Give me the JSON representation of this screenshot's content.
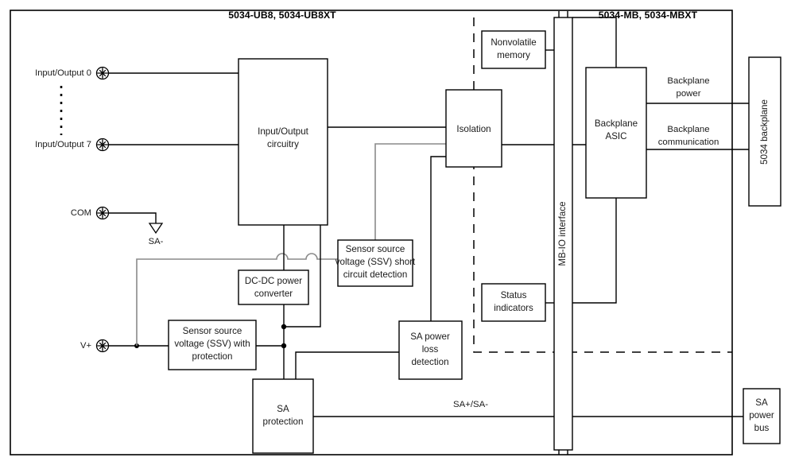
{
  "diagram": {
    "titles": {
      "left_section": "5034-UB8, 5034-UB8XT",
      "right_section": "5034-MB, 5034-MBXT"
    },
    "blocks": {
      "io_circuitry": "Input/Output\ncircuitry",
      "io_circuitry_l1": "Input/Output",
      "io_circuitry_l2": "circuitry",
      "isolation": "Isolation",
      "nonvolatile_memory_l1": "Nonvolatile",
      "nonvolatile_memory_l2": "memory",
      "status_indicators_l1": "Status",
      "status_indicators_l2": "indicators",
      "mb_io_interface": "MB-IO interface",
      "backplane_asic_l1": "Backplane",
      "backplane_asic_l2": "ASIC",
      "backplane_5034": "5034 backplane",
      "ssv_short_l1": "Sensor source",
      "ssv_short_l2": "voltage (SSV) short",
      "ssv_short_l3": "circuit detection",
      "dcdc_l1": "DC-DC power",
      "dcdc_l2": "converter",
      "ssv_protection_l1": "Sensor source",
      "ssv_protection_l2": "voltage (SSV) with",
      "ssv_protection_l3": "protection",
      "sa_power_loss_l1": "SA power",
      "sa_power_loss_l2": "loss",
      "sa_power_loss_l3": "detection",
      "sa_protection_l1": "SA",
      "sa_protection_l2": "protection",
      "sa_power_bus_l1": "SA",
      "sa_power_bus_l2": "power",
      "sa_power_bus_l3": "bus"
    },
    "terminals": {
      "io0": "Input/Output 0",
      "io7": "Input/Output 7",
      "com": "COM",
      "vplus": "V+"
    },
    "wire_labels": {
      "sa_minus": "SA-",
      "backplane_power_l1": "Backplane",
      "backplane_power_l2": "power",
      "backplane_comm_l1": "Backplane",
      "backplane_comm_l2": "communication",
      "sa_plus_sa_minus": "SA+/SA-"
    },
    "colors": {
      "line": "#000000",
      "gray_line": "#8a8a8a",
      "background": "#ffffff",
      "text": "#1a1a1a"
    }
  }
}
